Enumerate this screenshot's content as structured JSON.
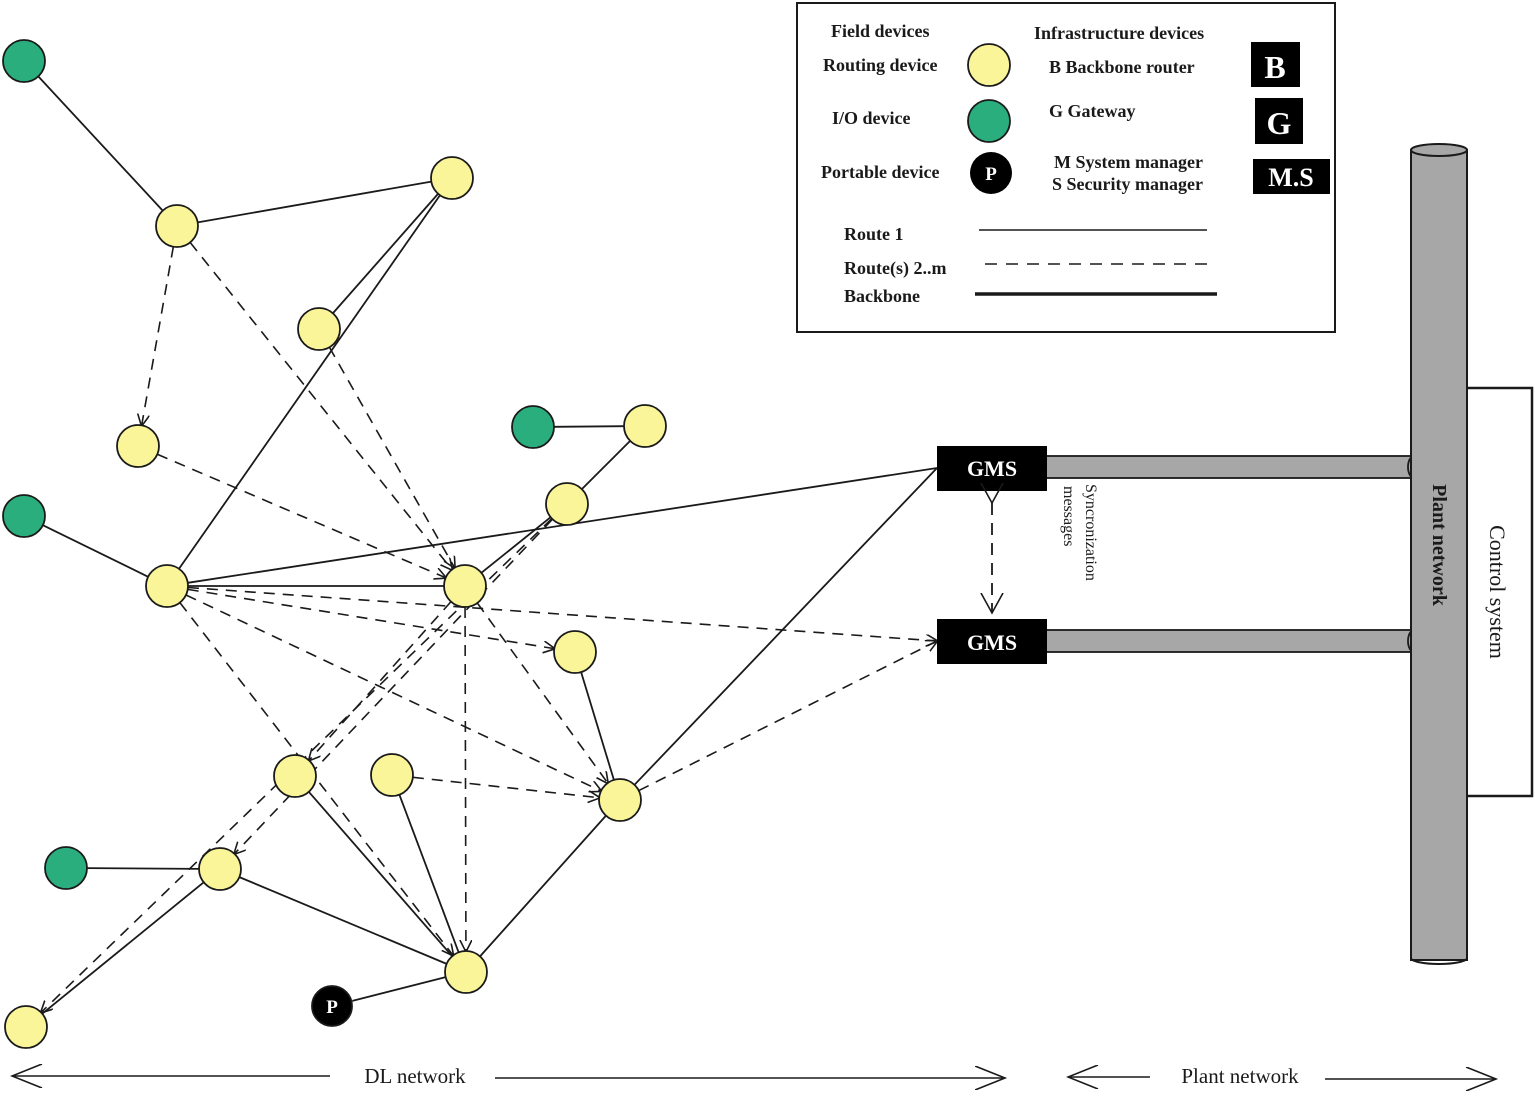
{
  "colors": {
    "routing": "#fbf59a",
    "io": "#2bae7e",
    "portable": "#000000",
    "pipe": "#a7a7a7",
    "line": "#1a1a1a"
  },
  "legend": {
    "field_devices_title": "Field devices",
    "infrastructure_title": "Infrastructure devices",
    "routing_device": "Routing device",
    "io_device": "I/O device",
    "portable_device": "Portable device",
    "portable_symbol": "P",
    "backbone_router": "B Backbone router",
    "backbone_symbol": "B",
    "gateway": "G Gateway",
    "gateway_symbol": "G",
    "system_manager": "M System manager",
    "security_manager": "S Security manager",
    "ms_symbol": "M.S",
    "route1": "Route 1",
    "routes2m": "Route(s) 2..m",
    "backbone": "Backbone"
  },
  "gms_label": "GMS",
  "sync_line1": "Syncronization",
  "sync_line2": "messages",
  "plant_network_vertical": "Plant network",
  "control_system": "Control system",
  "portable_label": "P",
  "bottom": {
    "dl_network": "DL network",
    "plant_network": "Plant network"
  },
  "nodes": [
    {
      "id": "g1",
      "type": "io"
    },
    {
      "id": "y1",
      "type": "routing"
    },
    {
      "id": "y2",
      "type": "routing"
    },
    {
      "id": "y3",
      "type": "routing"
    },
    {
      "id": "y4",
      "type": "routing"
    },
    {
      "id": "g2",
      "type": "io"
    },
    {
      "id": "y5",
      "type": "routing"
    },
    {
      "id": "g3",
      "type": "io"
    },
    {
      "id": "y6",
      "type": "routing"
    },
    {
      "id": "y7",
      "type": "routing"
    },
    {
      "id": "y8",
      "type": "routing"
    },
    {
      "id": "y9",
      "type": "routing"
    },
    {
      "id": "y10",
      "type": "routing"
    },
    {
      "id": "y11",
      "type": "routing"
    },
    {
      "id": "y12",
      "type": "routing"
    },
    {
      "id": "g4",
      "type": "io"
    },
    {
      "id": "y13",
      "type": "routing"
    },
    {
      "id": "y14",
      "type": "routing"
    },
    {
      "id": "y15",
      "type": "routing"
    },
    {
      "id": "p1",
      "type": "portable"
    }
  ],
  "edges_solid": [
    [
      "g1",
      "y1"
    ],
    [
      "y1",
      "y2"
    ],
    [
      "y2",
      "y3"
    ],
    [
      "y2",
      "y5"
    ],
    [
      "g2",
      "y5"
    ],
    [
      "g3",
      "y6"
    ],
    [
      "y6",
      "y7"
    ],
    [
      "y7",
      "y8"
    ],
    [
      "y8",
      "y5"
    ],
    [
      "y5",
      "gms1"
    ],
    [
      "g4",
      "y13"
    ],
    [
      "y13",
      "y15"
    ],
    [
      "y14",
      "y13"
    ],
    [
      "y10",
      "y15"
    ],
    [
      "y11",
      "y15"
    ],
    [
      "y12",
      "y9"
    ],
    [
      "y15",
      "y12"
    ],
    [
      "y12",
      "gms1"
    ],
    [
      "p1",
      "y15"
    ]
  ],
  "edges_dashed": [
    [
      "y1",
      "y4"
    ],
    [
      "y1",
      "y8"
    ],
    [
      "y3",
      "y8"
    ],
    [
      "y4",
      "y8"
    ],
    [
      "y5",
      "y9"
    ],
    [
      "y5",
      "gms2"
    ],
    [
      "y5",
      "y12"
    ],
    [
      "y8",
      "y12"
    ],
    [
      "y8",
      "y10"
    ],
    [
      "y8",
      "y15"
    ],
    [
      "y7",
      "y13"
    ],
    [
      "y7",
      "y14"
    ],
    [
      "y11",
      "y12"
    ],
    [
      "y12",
      "gms2"
    ],
    [
      "y5",
      "y15"
    ]
  ]
}
